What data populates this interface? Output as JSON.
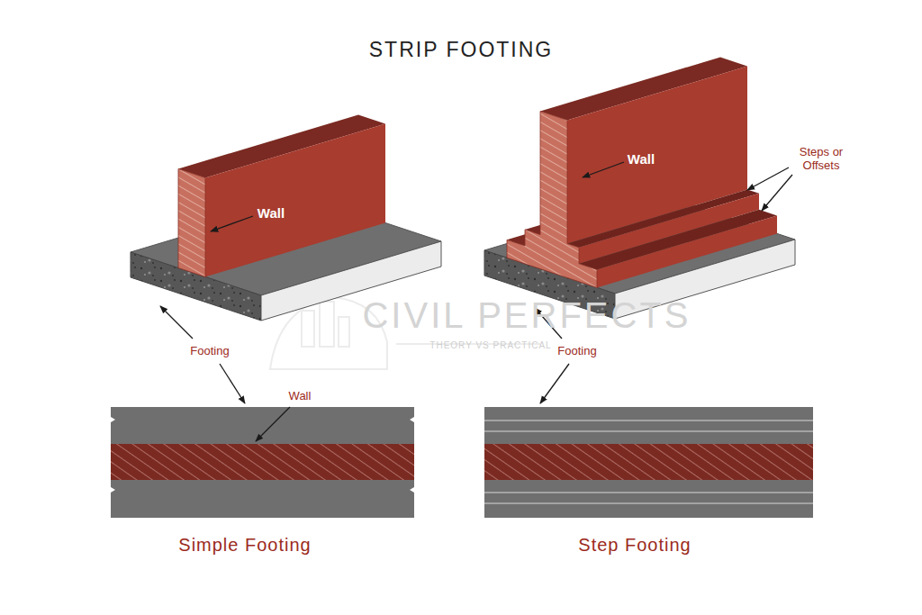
{
  "diagram": {
    "title": "STRIP FOOTING",
    "labels": [
      "Wall",
      "Wall",
      "Steps or Offsets",
      "Footing",
      "Footing",
      "Wall",
      "Simple Footing",
      "Step Footing",
      "CIVIL PERFECTS",
      "THEORY VS PRACTICAL"
    ]
  }
}
